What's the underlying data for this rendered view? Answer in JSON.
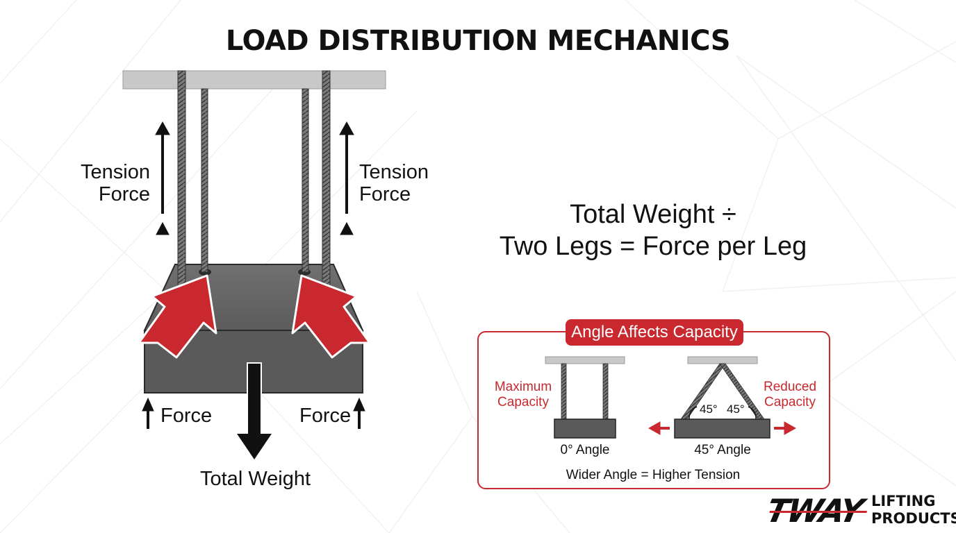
{
  "title": "LOAD DISTRIBUTION MECHANICS",
  "main_diagram": {
    "tension_left": [
      "Tension",
      "Force"
    ],
    "tension_right": [
      "Tension",
      "Force"
    ],
    "force_left": "Force",
    "force_right": "Force",
    "total_weight": "Total Weight"
  },
  "formula": {
    "line1": "Total Weight ÷",
    "line2": "Two Legs = Force per Leg"
  },
  "angle_panel": {
    "title": "Angle Affects Capacity",
    "left_label": [
      "Maximum",
      "Capacity"
    ],
    "right_label": [
      "Reduced",
      "Capacity"
    ],
    "zero_angle": "0° Angle",
    "forty_five_angle": "45° Angle",
    "angle_left": "45°",
    "angle_right": "45°",
    "footer": "Wider Angle = Higher Tension"
  },
  "logo": {
    "brand": "TWAY",
    "tagline": [
      "LIFTING",
      "PRODUCTS"
    ]
  },
  "colors": {
    "accent_red": "#c8282e",
    "load_gray": "#5a5a5a",
    "beam_gray": "#c8c8c8"
  }
}
